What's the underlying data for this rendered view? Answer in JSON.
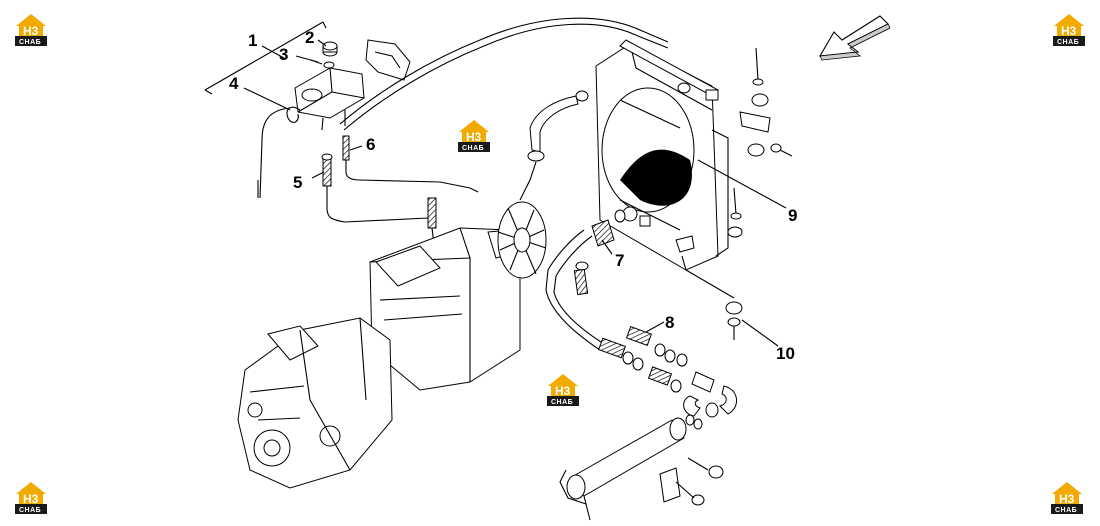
{
  "callouts": [
    {
      "id": "1",
      "label": "1"
    },
    {
      "id": "2",
      "label": "2"
    },
    {
      "id": "3",
      "label": "3"
    },
    {
      "id": "4",
      "label": "4"
    },
    {
      "id": "5",
      "label": "5"
    },
    {
      "id": "6",
      "label": "6"
    },
    {
      "id": "7",
      "label": "7"
    },
    {
      "id": "8",
      "label": "8"
    },
    {
      "id": "9",
      "label": "9"
    },
    {
      "id": "10",
      "label": "10"
    }
  ],
  "watermark": {
    "logo_text": "H3",
    "caption": "СНАБ",
    "colors": {
      "house": "#f2a900",
      "plate": "#1a1a1a"
    }
  },
  "icons": {
    "direction_arrow": "arrow-down-left-icon"
  }
}
